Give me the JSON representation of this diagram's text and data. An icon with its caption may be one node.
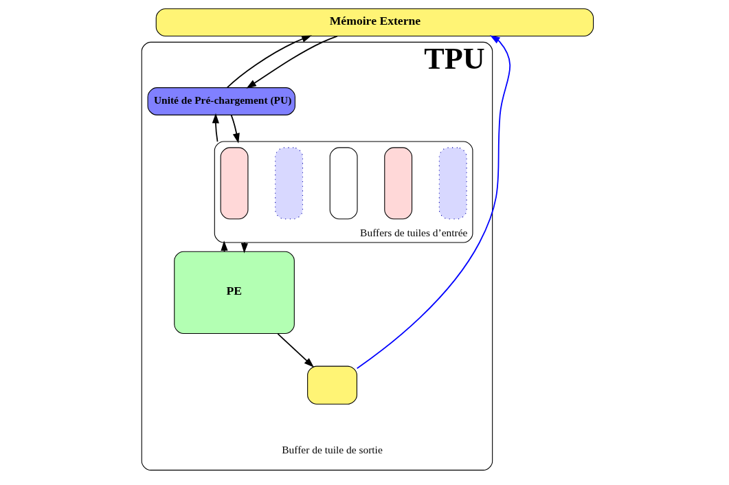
{
  "diagram": {
    "nodes": [
      {
        "text": [
          "Mémoire Externe"
        ]
      },
      {
        "text": [
          "TPU"
        ]
      },
      {
        "text": [
          "Unité de Pré-chargement (PU)"
        ],
        "in": 1
      },
      {
        "text": [],
        "shape": "box",
        "in": 1,
        "beside": [
          "Buffers de tuiles d’entrée"
        ]
      },
      {
        "text": [],
        "shape": "box",
        "in": 3
      },
      {
        "text": [],
        "shape": "box",
        "in": 3
      },
      {
        "text": [],
        "shape": "box",
        "in": 3
      },
      {
        "text": [],
        "shape": "box",
        "in": 3
      },
      {
        "text": [],
        "shape": "box",
        "in": 3
      },
      {
        "text": [
          "PE"
        ],
        "in": 1
      },
      {
        "text": [],
        "shape": "box",
        "in": 1,
        "beside": [
          "Buffer de tuile de sortie"
        ]
      }
    ],
    "edges": [
      {
        "from": 0,
        "to": 2,
        "arrow": "to"
      },
      {
        "from": 2,
        "to": 0,
        "arrow": "to"
      },
      {
        "from": 2,
        "to": 3,
        "arrow": "to"
      },
      {
        "from": 3,
        "to": 2,
        "arrow": "to"
      },
      {
        "from": 9,
        "to": 3,
        "arrow": "to"
      },
      {
        "from": 3,
        "to": 9,
        "arrow": "to"
      },
      {
        "from": 9,
        "to": 10,
        "arrow": "to"
      },
      {
        "from": 10,
        "to": 0,
        "arrow": "to",
        "color": "#0000ff"
      }
    ]
  }
}
